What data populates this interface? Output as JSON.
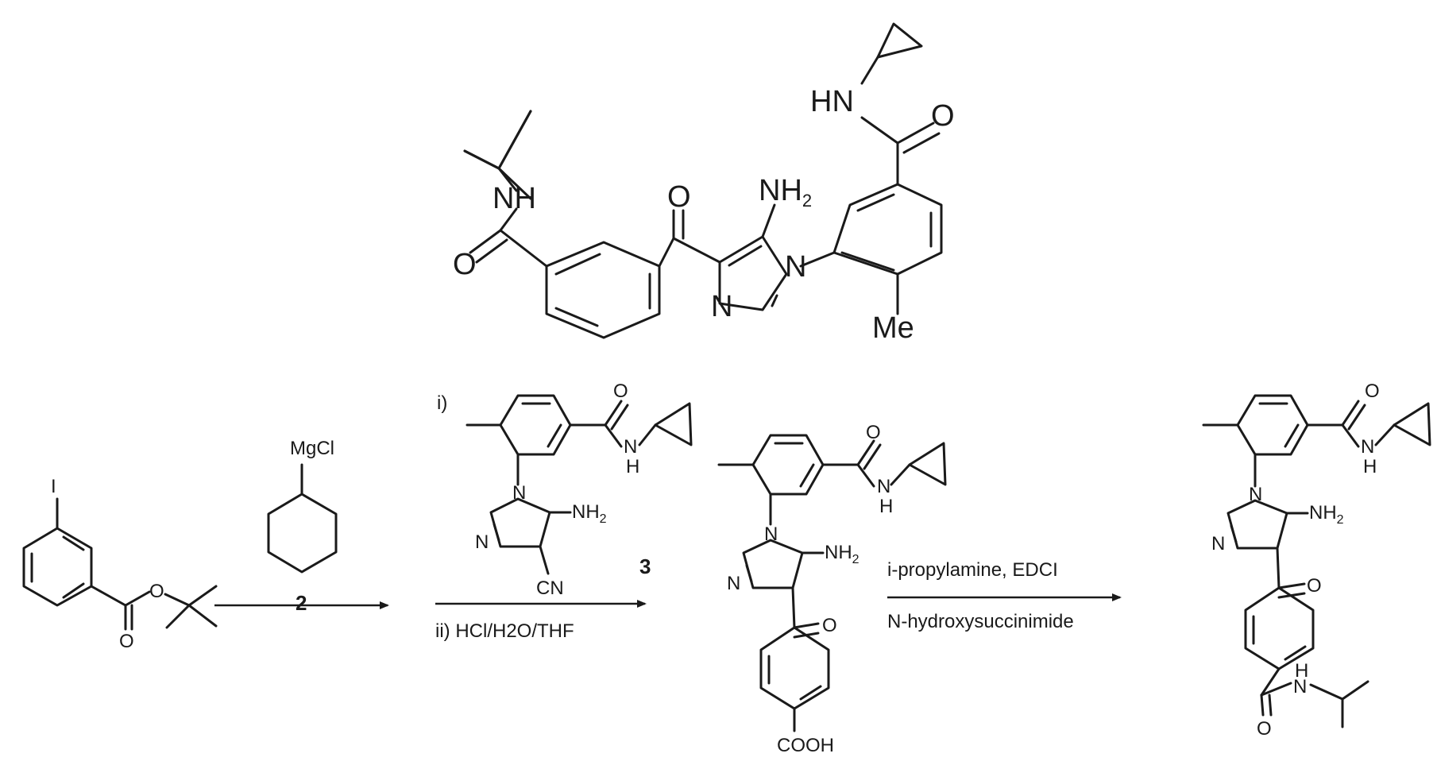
{
  "target": {
    "atoms": {
      "o_amide_left": "O",
      "nh_left": "NH",
      "o_ketone": "O",
      "nh2": "NH",
      "nh2_sub": "2",
      "n1": "N",
      "n3": "N",
      "hn_right": "HN",
      "o_amide_right": "O",
      "me": "Me"
    }
  },
  "sm1": {
    "atoms": {
      "iodo": "I",
      "ester_o1": "O",
      "ester_o2": "O"
    }
  },
  "reagent2": {
    "atoms": {
      "mgcl": "MgCl"
    },
    "number": "2"
  },
  "reagent3": {
    "step_i": "i)",
    "atoms": {
      "o": "O",
      "n_amide": "N",
      "h_amide": "H",
      "n1": "N",
      "n3": "N",
      "nh2": "NH",
      "nh2_sub": "2",
      "cn": "CN"
    },
    "number": "3"
  },
  "step1_conditions": {
    "below": "ii) HCl/H2O/THF"
  },
  "intermediate": {
    "atoms": {
      "o_amide": "O",
      "n_amide": "N",
      "h_amide": "H",
      "n1": "N",
      "n3": "N",
      "nh2": "NH",
      "nh2_sub": "2",
      "o_ketone": "O",
      "cooh": "COOH"
    }
  },
  "step2_conditions": {
    "above": "i-propylamine, EDCI",
    "below": "N-hydroxysuccinimide"
  },
  "product": {
    "atoms": {
      "o_amide_top": "O",
      "n_amide_top": "N",
      "h_amide_top": "H",
      "n1": "N",
      "n3": "N",
      "nh2": "NH",
      "nh2_sub": "2",
      "o_ketone": "O",
      "h_amide_bot": "H",
      "n_amide_bot": "N",
      "o_amide_bot": "O"
    }
  }
}
